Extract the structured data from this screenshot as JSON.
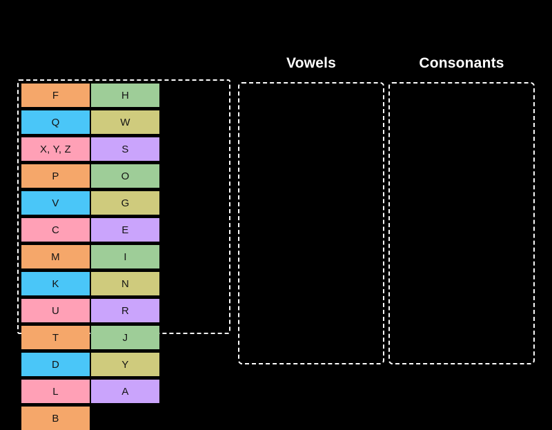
{
  "background_color": "#000000",
  "palette": {
    "orange": "#F5A76A",
    "green": "#9ECD98",
    "blue": "#4AC6F8",
    "khaki": "#CFCB7D",
    "pink": "#FFA0B6",
    "purple": "#CAA4FC",
    "tile_text": "#141414",
    "border": "#FFFFFF",
    "title_text": "#FFFFFF"
  },
  "tile_bank": {
    "name": "word-tile-bank",
    "tiles": [
      {
        "label": "F",
        "color": "orange"
      },
      {
        "label": "H",
        "color": "green"
      },
      {
        "label": "Q",
        "color": "blue"
      },
      {
        "label": "W",
        "color": "khaki"
      },
      {
        "label": "X, Y, Z",
        "color": "pink"
      },
      {
        "label": "S",
        "color": "purple"
      },
      {
        "label": "P",
        "color": "orange"
      },
      {
        "label": "O",
        "color": "green"
      },
      {
        "label": "V",
        "color": "blue"
      },
      {
        "label": "G",
        "color": "khaki"
      },
      {
        "label": "C",
        "color": "pink"
      },
      {
        "label": "E",
        "color": "purple"
      },
      {
        "label": "M",
        "color": "orange"
      },
      {
        "label": "I",
        "color": "green"
      },
      {
        "label": "K",
        "color": "blue"
      },
      {
        "label": "N",
        "color": "khaki"
      },
      {
        "label": "U",
        "color": "pink"
      },
      {
        "label": "R",
        "color": "purple"
      },
      {
        "label": "T",
        "color": "orange"
      },
      {
        "label": "J",
        "color": "green"
      },
      {
        "label": "D",
        "color": "blue"
      },
      {
        "label": "Y",
        "color": "khaki"
      },
      {
        "label": "L",
        "color": "pink"
      },
      {
        "label": "A",
        "color": "purple"
      },
      {
        "label": "B",
        "color": "orange"
      }
    ]
  },
  "drop_zones": [
    {
      "title": "Vowels",
      "items": []
    },
    {
      "title": "Consonants",
      "items": []
    }
  ]
}
